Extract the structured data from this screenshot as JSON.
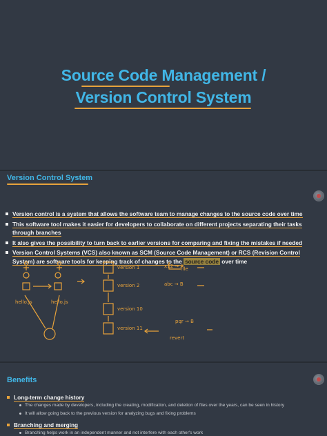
{
  "slide1": {
    "title_line1": "Source Code Management /",
    "title_line2": "Version Control System"
  },
  "slide2": {
    "heading": "Version Control System",
    "bullets": [
      "Version control is a system that allows the software team to manage changes to the source code over time",
      "This software tool makes it easier for developers to collaborate on different projects separating their tasks through branches",
      "It also gives the possibility to turn back to earlier versions for comparing and fixing the mistakes if needed"
    ],
    "bullet4": {
      "part1": "Version Control Systems (VCS) also known as SCM (Source Code Management) or RCS (Revision Control System) are software tools for keeping track of changes to the ",
      "highlight": "source code",
      "part2": " over time"
    },
    "sketch": {
      "file_note": "file",
      "versions": [
        "version 1",
        "version 2",
        "version 10",
        "version 11"
      ],
      "changes": [
        "x12 → A",
        "abc → B",
        "pqr → B"
      ],
      "revert_note": "revert",
      "nodes": [
        "hello.js",
        "hello.js"
      ]
    }
  },
  "slide3": {
    "heading": "Benefits",
    "items": [
      {
        "label": "Long-term change history",
        "details": [
          "The changes made by developers, including the creating, modification, and deletion of files over the years, can be seen in history",
          "It will allow going back to the previous version for analyzing bugs and fixing problems"
        ]
      },
      {
        "label": "Branching and merging",
        "details": [
          "Branching helps work in an independent manner and not interfere with each other's work"
        ]
      }
    ]
  },
  "colors": {
    "background": "#323944",
    "title_blue": "#41b6e6",
    "annotation_orange": "#e8a33b",
    "text": "#f2f2f2"
  }
}
